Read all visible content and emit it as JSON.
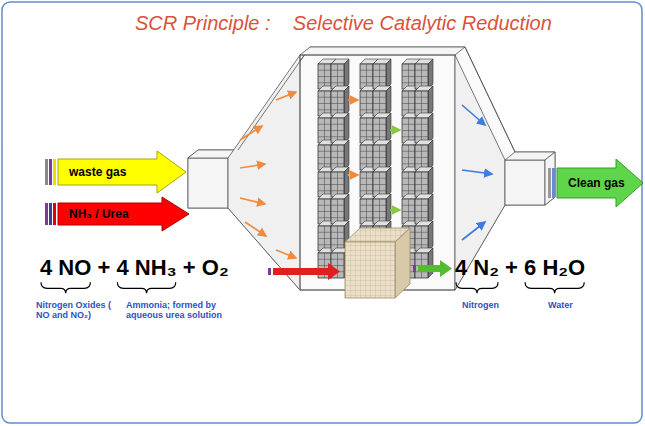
{
  "diagram": {
    "title": "SCR Principle :    Selective Catalytic Reduction",
    "nodes": [
      {
        "text": [
          "waste gas"
        ]
      },
      {
        "text": [
          "NH₃ / Urea"
        ]
      },
      {
        "text": [
          "Clean gas"
        ]
      }
    ],
    "labels": [
      "4 NO + 4 NH₃ + O₂",
      "Nitrogen Oxides ( NO and NO₂)",
      "Ammonia; formed by aqueous urea solution",
      "4 N₂ + 6 H₂O",
      "Nitrogen",
      "Water"
    ]
  }
}
